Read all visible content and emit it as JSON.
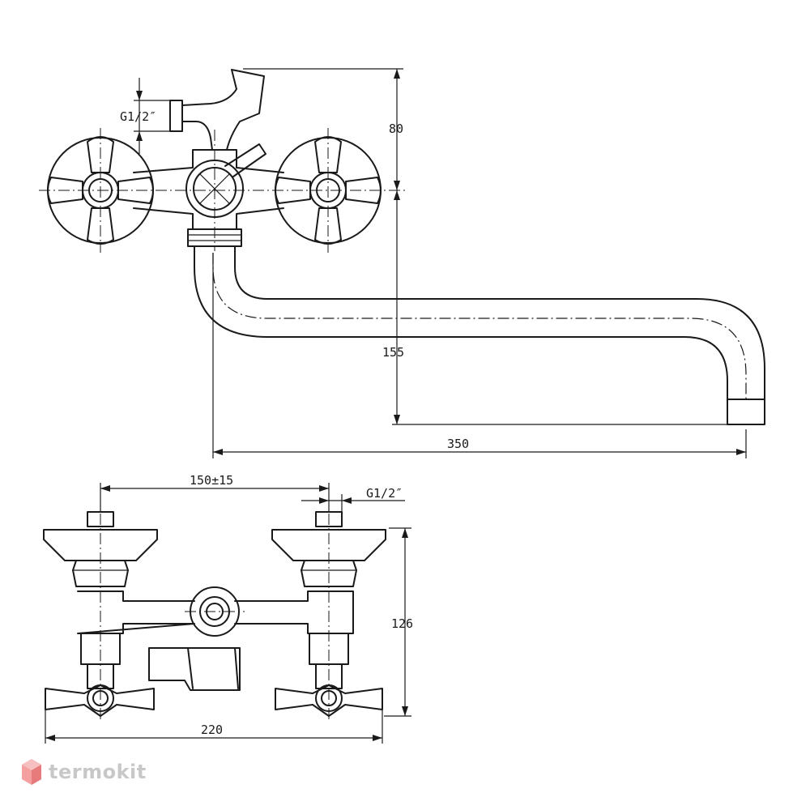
{
  "dimensions": {
    "height_80": "80",
    "g_top": "G1/2″",
    "height_155": "155",
    "length_350": "350",
    "spacing_150": "150±15",
    "g_bottom": "G1/2″",
    "height_126": "126",
    "width_220": "220"
  },
  "watermark": {
    "text": "termokit",
    "color": "#c8c8c8"
  }
}
